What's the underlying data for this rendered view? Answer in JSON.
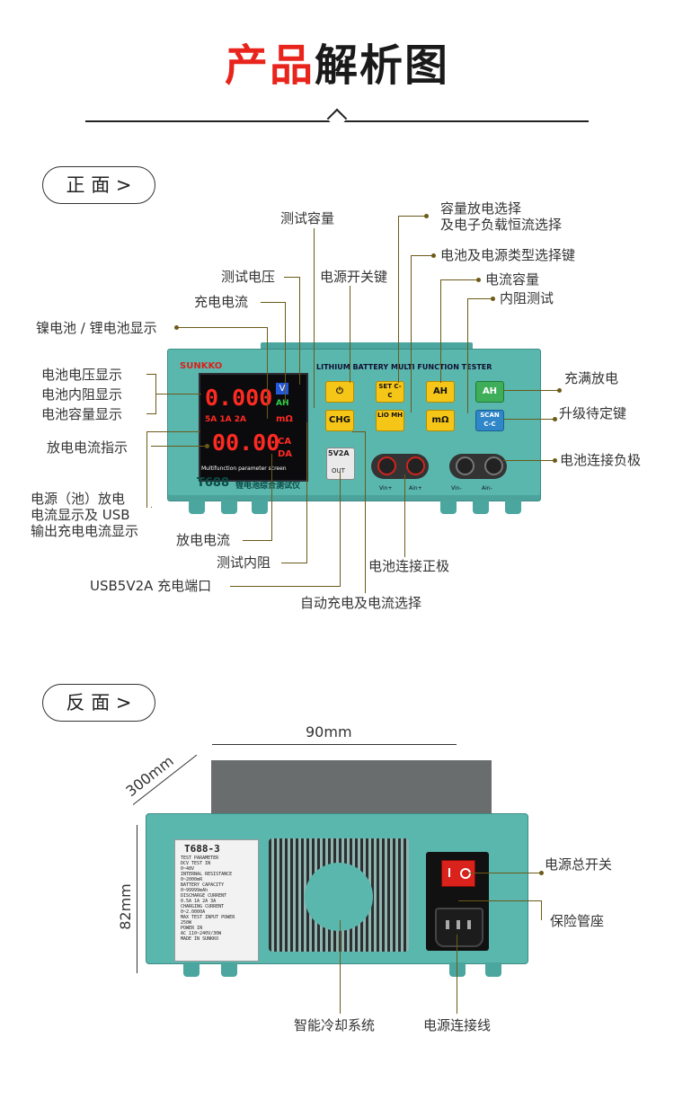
{
  "title": {
    "part1": "产品",
    "part2": "解析图"
  },
  "front": {
    "tab_label": "正 面 >",
    "brand": "SUNKKO",
    "model": "T688",
    "model_cn": "锂电池综合测试仪",
    "panel_title": "LITHIUM BATTERY MULTI FUNCTION TESTER",
    "screen_caption": "Multifunction parameter screen",
    "display_top": "0.000",
    "display_bottom": "00.00",
    "unit_v": "V",
    "unit_ah": "AH",
    "unit_ohm": "mΩ",
    "unit_ca": "CA",
    "unit_da": "DA",
    "indicator_text": "5A 1A 2A",
    "usb_label": "5V2A",
    "usb_out": "OUT",
    "buttons": [
      "⏻",
      "SET C-C",
      "AH",
      "AH",
      "CHG",
      "LiO MH",
      "mΩ",
      "SCAN C-C"
    ],
    "jack_labels": [
      "Vin+",
      "Ain+",
      "Vin-",
      "Ain-"
    ],
    "annotations": {
      "test_capacity": "测试容量",
      "test_voltage": "测试电压",
      "charge_current": "充电电流",
      "nimh_li_display": "镍电池 / 锂电池显示",
      "power_key": "电源开关键",
      "voltage_display": "电池电压显示",
      "resistance_display": "电池内阻显示",
      "capacity_display": "电池容量显示",
      "discharge_indicator": "放电电流指示",
      "power_discharge_line1": "电源（池）放电",
      "power_discharge_line2": "电流显示及 USB",
      "power_discharge_line3": "输出充电电流显示",
      "discharge_current": "放电电流",
      "test_resistance": "测试内阻",
      "usb_port": "USB5V2A 充电端口",
      "auto_charge": "自动充电及电流选择",
      "battery_positive": "电池连接正极",
      "capacity_discharge_line1": "容量放电选择",
      "capacity_discharge_line2": "及电子负载恒流选择",
      "type_select": "电池及电源类型选择键",
      "current_capacity": "电流容量",
      "resistance_test": "内阻测试",
      "full_discharge": "充满放电",
      "upgrade_standby": "升级待定键",
      "battery_negative": "电池连接负极"
    }
  },
  "back": {
    "tab_label": "反 面 >",
    "dim_width": "90mm",
    "dim_depth": "300mm",
    "dim_height": "82mm",
    "plate_model": "T688-3",
    "plate_lines": [
      "TEST PARAMETER",
      "DCV TEST IN",
      "0~48V",
      "INTERNAL RESISTANCE",
      "0~2000mR",
      "BATTERY CAPACITY",
      "0~99999mAh",
      "DISCHARGE CURRENT",
      "0.5A 1A 2A 3A",
      "CHARGING CURRENT",
      "0~2.0000A",
      "MAX TEST INPUT POWER",
      "250W",
      "POWER IN",
      "AC 110~240V/30W",
      "MADE IN SUNKKO"
    ],
    "annotations": {
      "main_switch": "电源总开关",
      "fuse": "保险管座",
      "cooling": "智能冷却系统",
      "power_cord": "电源连接线"
    }
  }
}
